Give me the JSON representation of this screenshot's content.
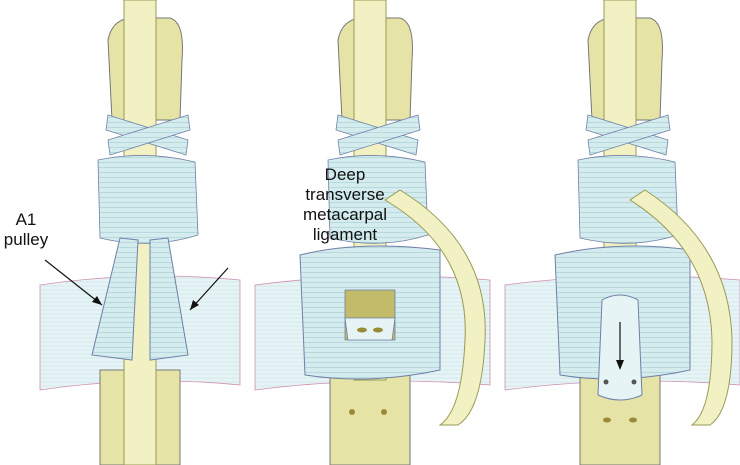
{
  "labels": {
    "a1_pulley": [
      "A1",
      "pulley"
    ],
    "deep_transverse_metacarpal_ligament": [
      "Deep",
      "transverse",
      "metacarpal",
      "ligament"
    ]
  },
  "colors": {
    "bone": "#e6e3a6",
    "bone_shadow": "#c9c47a",
    "tendon": "#f2f1c4",
    "tendon_edge": "#9a9a55",
    "ligament": "#d5ecef",
    "ligament_line": "#b7d9de",
    "ligament_edge": "#6f7fa6",
    "outline": "#777"
  },
  "panels": [
    "panel-1",
    "panel-2",
    "panel-3"
  ]
}
